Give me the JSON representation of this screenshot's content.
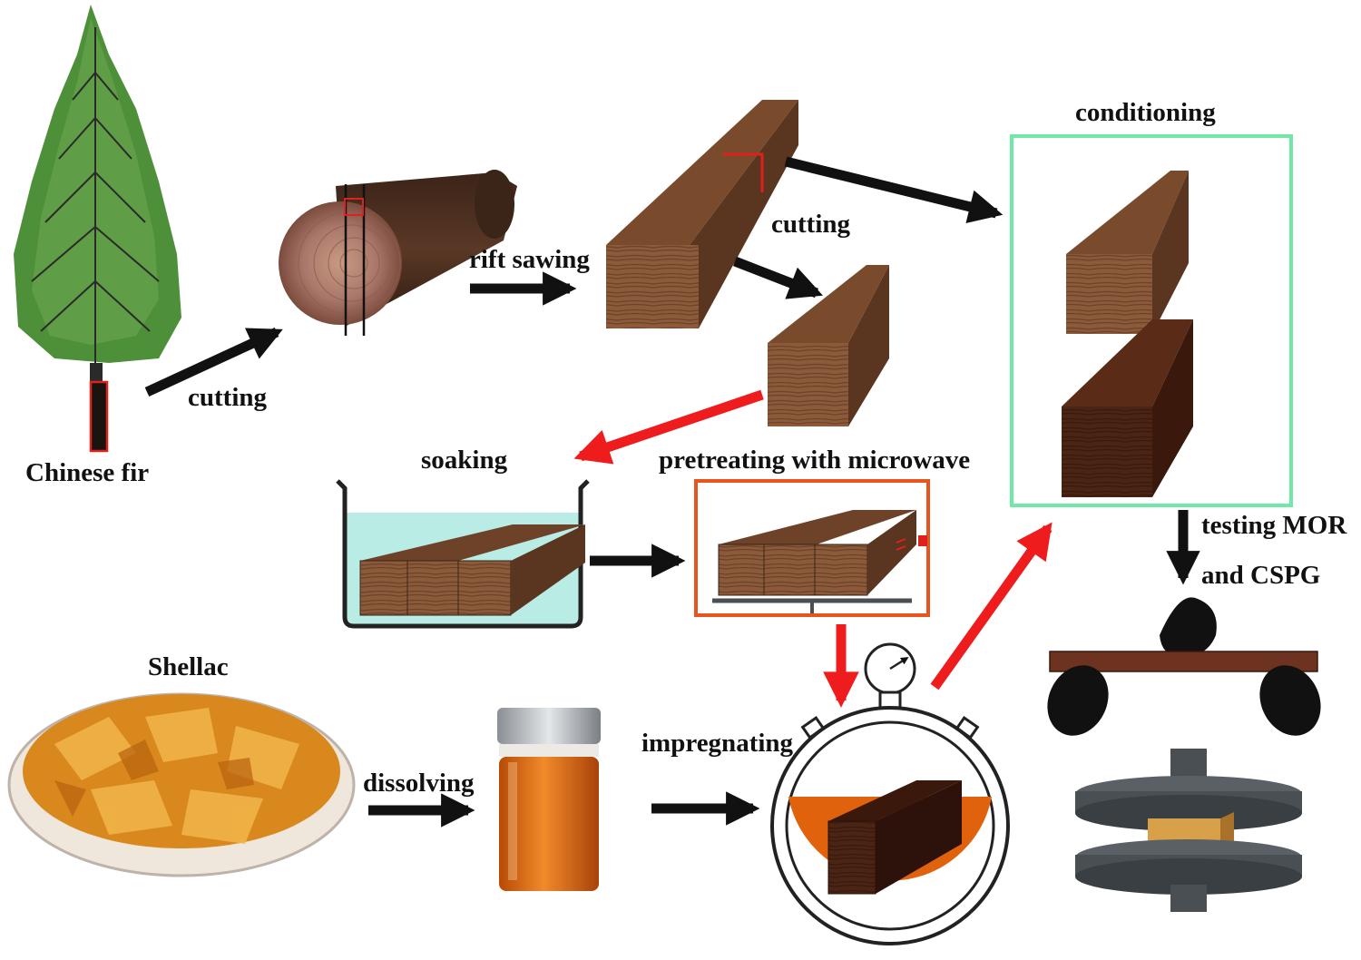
{
  "labels": {
    "chinese_fir": "Chinese fir",
    "cutting_1": "cutting",
    "rift_sawing": "rift sawing",
    "cutting_2": "cutting",
    "conditioning": "conditioning",
    "soaking": "soaking",
    "pretreating": "pretreating with microwave",
    "testing_line1": "testing MOR",
    "testing_line2": "and CSPG",
    "shellac": "Shellac",
    "dissolving": "dissolving",
    "impregnating": "impregnating"
  },
  "colors": {
    "foliage": "#4e8f3a",
    "wood_front": "#8a5a3a",
    "wood_top": "#7a4a2c",
    "wood_side": "#5a3520",
    "dark_wood": "#4a2414",
    "water": "#b9ece4",
    "shellac_liquid": "#e0620c",
    "conditioning_frame": "#6fe8a8",
    "microwave_frame": "#e8531e",
    "arrow_black": "#111111",
    "arrow_red": "#ee1c1c",
    "fixture_grey": "#4a4f54"
  },
  "icons": [
    "tree-icon",
    "log-icon",
    "timber-icon",
    "beaker-icon",
    "microwave-icon",
    "jar-icon",
    "stopwatch-icon",
    "bending-test-icon",
    "compression-test-icon",
    "shellac-dish-icon"
  ]
}
